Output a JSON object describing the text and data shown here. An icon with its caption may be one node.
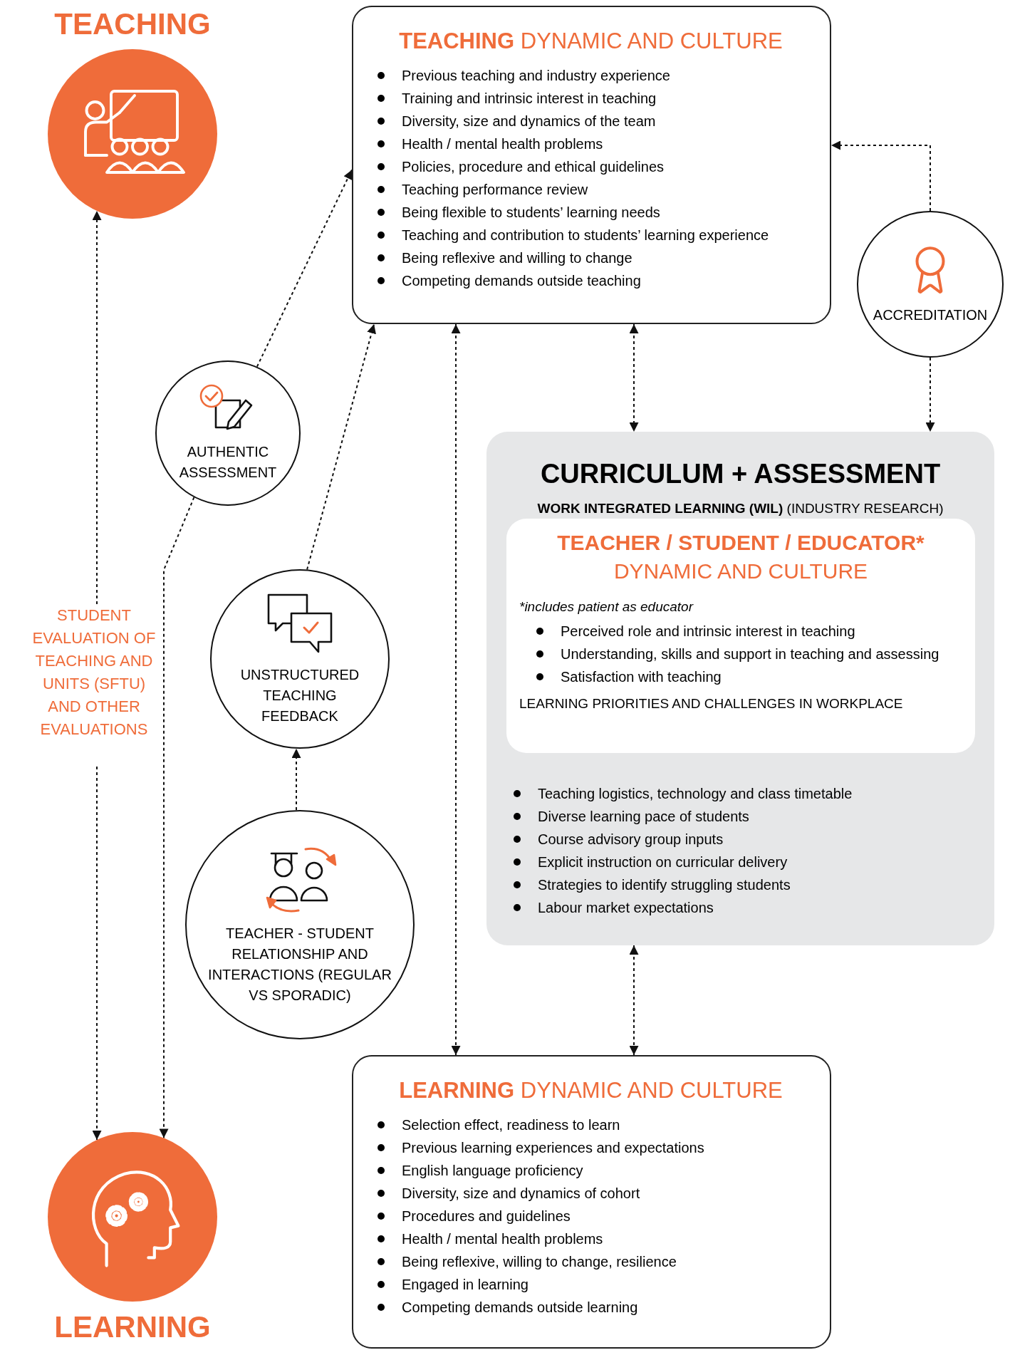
{
  "diagram": {
    "nodes": [
      {
        "text": [
          "TEACHING"
        ]
      },
      {
        "text": [
          "**TEACHING** DYNAMIC AND CULTURE",
          "Previous teaching and industry experience",
          "Training and intrinsic interest in teaching",
          "Diversity, size and dynamics of the team",
          "Health / mental health problems",
          "Policies, procedure and ethical guidelines",
          "Teaching performance review",
          "Being flexible to students’ learning needs",
          "Teaching and contribution to students’ learning experience",
          "Being reflexive and willing to change",
          "Competing demands outside teaching"
        ]
      },
      {
        "text": [
          "ACCREDITATION"
        ]
      },
      {
        "text": [
          "AUTHENTIC ASSESSMENT"
        ]
      },
      {
        "text": [
          "CURRICULUM + ASSESSMENT",
          "**WORK INTEGRATED LEARNING (WIL)** (INDUSTRY RESEARCH)",
          "Teaching logistics, technology and class timetable",
          "Diverse learning pace of students",
          "Course advisory group inputs",
          "Explicit instruction on curricular delivery",
          "Strategies to identify struggling students",
          "Labour market expectations"
        ]
      },
      {
        "text": [
          "TEACHER / STUDENT / EDUCATOR*",
          "DYNAMIC AND CULTURE",
          "*includes patient as educator",
          "Perceived role and intrinsic interest in teaching",
          "Understanding, skills and support in teaching and assessing",
          "Satisfaction with teaching",
          "LEARNING PRIORITIES AND CHALLENGES IN WORKPLACE"
        ],
        "in": 4
      },
      {
        "text": [
          "UNSTRUCTURED TEACHING FEEDBACK"
        ]
      },
      {
        "text": [
          "STUDENT EVALUATION OF TEACHING AND UNITS (SFTU) AND OTHER EVALUATIONS"
        ]
      },
      {
        "text": [
          "TEACHER - STUDENT RELATIONSHIP AND INTERACTIONS (REGULAR VS SPORADIC)"
        ]
      },
      {
        "text": [
          "**LEARNING** DYNAMIC AND CULTURE",
          "Selection effect, readiness to learn",
          "Previous learning experiences and expectations",
          "English language proficiency",
          "Diversity, size and dynamics of cohort",
          "Procedures and guidelines",
          "Health / mental health problems",
          "Being reflexive, willing to change, resilience",
          "Engaged in learning",
          "Competing demands outside learning"
        ]
      },
      {
        "text": [
          "LEARNING"
        ]
      }
    ],
    "edges": [
      {
        "from": 7,
        "to": 0,
        "arrow": "to",
        "style": "dashed"
      },
      {
        "from": 7,
        "to": 10,
        "arrow": "to",
        "style": "dashed"
      },
      {
        "from": 3,
        "to": 1,
        "arrow": "to",
        "style": "dashed"
      },
      {
        "from": 3,
        "to": 10,
        "arrow": "to",
        "style": "dashed"
      },
      {
        "from": 6,
        "to": 1,
        "arrow": "to",
        "style": "dashed"
      },
      {
        "from": 8,
        "to": 6,
        "arrow": "to",
        "style": "dashed"
      },
      {
        "from": 1,
        "to": 9,
        "arrow": "both",
        "style": "dashed"
      },
      {
        "from": 1,
        "to": 4,
        "arrow": "both",
        "style": "dashed"
      },
      {
        "from": 2,
        "to": 1,
        "arrow": "to",
        "style": "dashed"
      },
      {
        "from": 2,
        "to": 4,
        "arrow": "to",
        "style": "dashed"
      },
      {
        "from": 4,
        "to": 9,
        "arrow": "both",
        "style": "dashed"
      }
    ]
  }
}
